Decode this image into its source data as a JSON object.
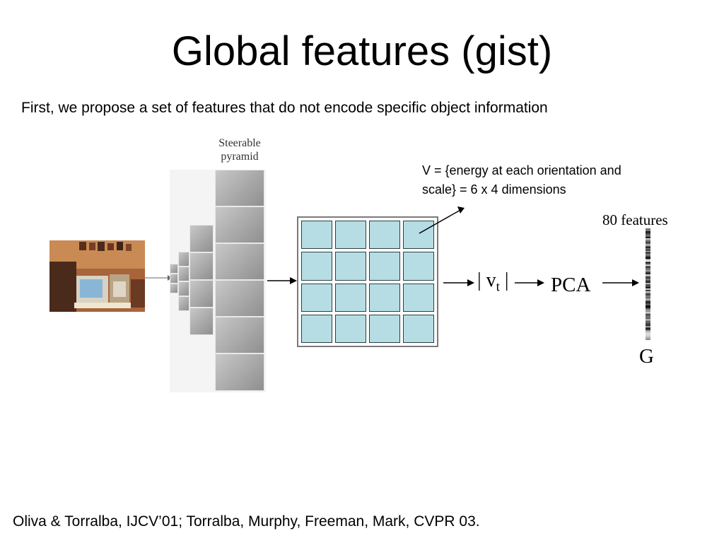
{
  "slide": {
    "title": "Global features (gist)",
    "subtitle": "First, we propose a set of features that do not encode specific object information",
    "pyramid_label_line1": "Steerable",
    "pyramid_label_line2": "pyramid",
    "v_annotation_line1": "V = {energy at each orientation and",
    "v_annotation_line2": "scale} =  6 x 4 dimensions",
    "features_label": "80 features",
    "vt_label_left": "| v",
    "vt_label_sub": "t",
    "vt_label_right": " |",
    "pca_label": "PCA",
    "g_label": "G",
    "citation": "Oliva & Torralba, IJCV’01; Torralba, Murphy, Freeman, Mark, CVPR 03."
  },
  "colors": {
    "grid_cell": "#b6dde4",
    "grid_border": "#7a7a7a",
    "arrow": "#000000"
  }
}
